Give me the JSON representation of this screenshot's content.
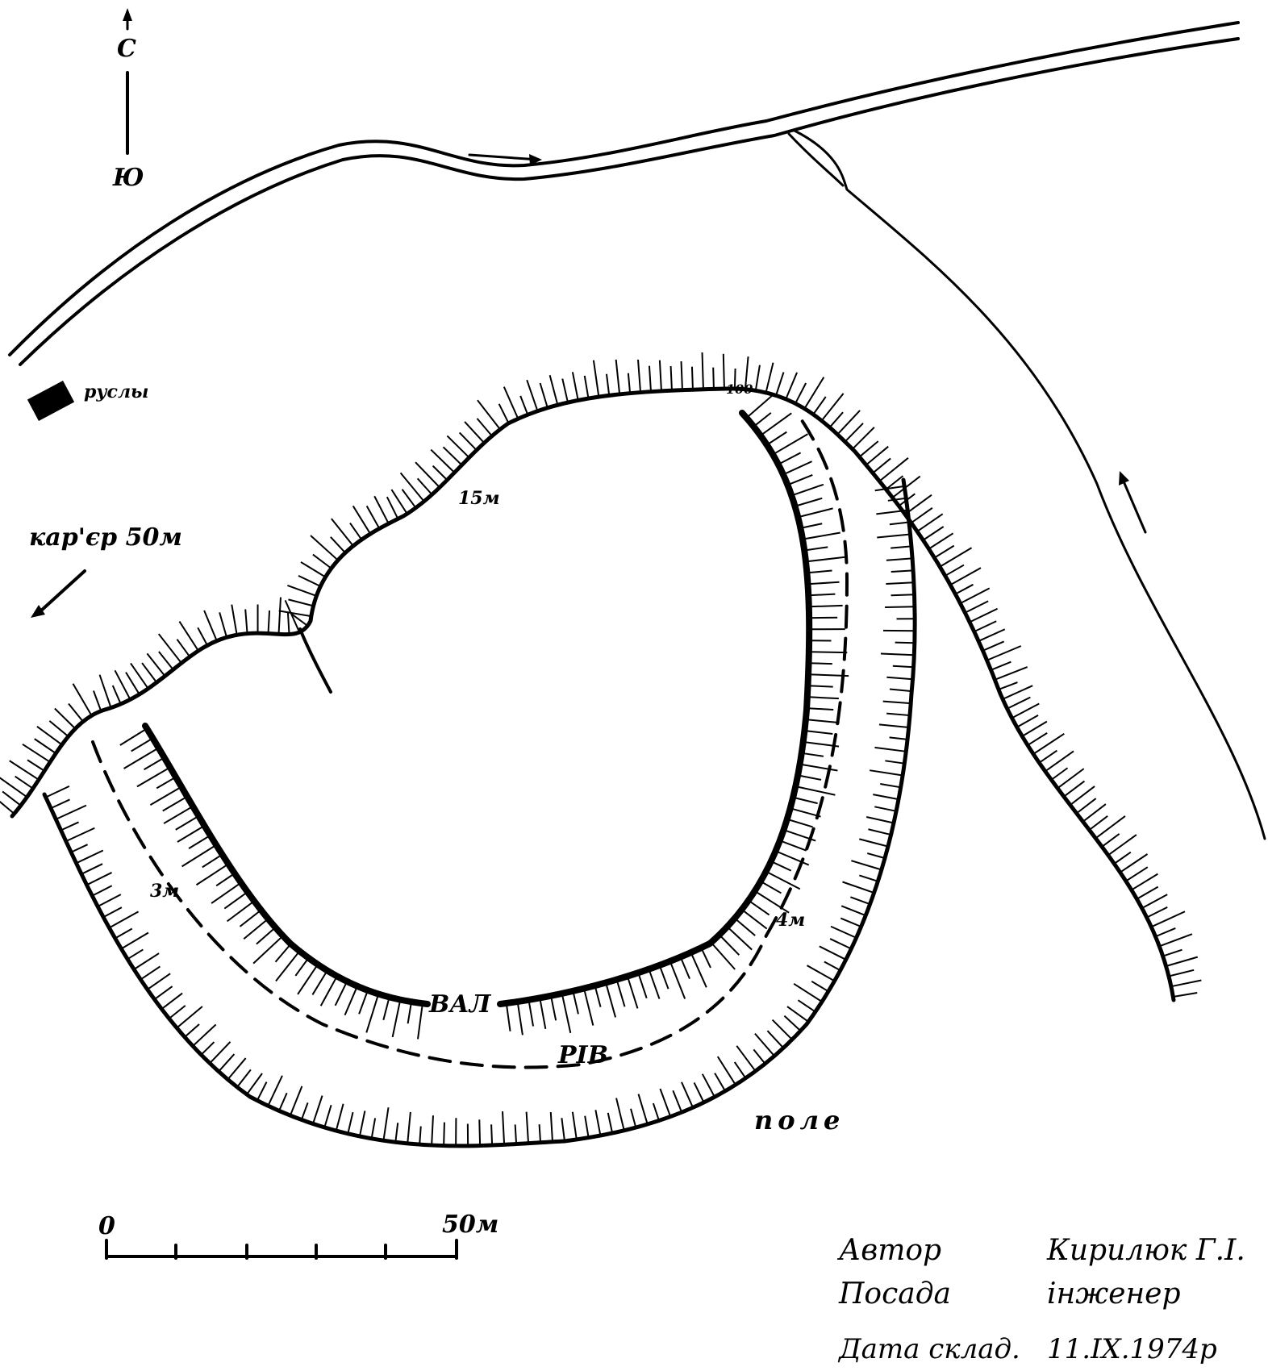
{
  "compass": {
    "north": "С",
    "south": "Ю"
  },
  "labels": {
    "springs": "руслы",
    "quarry": "кар'єр 50м",
    "height_15": "15м",
    "height_top": "100",
    "height_3": "3м",
    "height_4": "4м",
    "rampart": "ВАЛ",
    "ditch": "РІВ",
    "field": "поле"
  },
  "scale": {
    "start": "0",
    "end": "50м"
  },
  "signature": {
    "author_label": "Автор",
    "author_name": "Кирилюк Г.І.",
    "position_label": "Посада",
    "position_value": "інженер",
    "date_label": "Дата склад.",
    "date_value": "11.IX.1974р"
  },
  "colors": {
    "ink": "#000000",
    "paper": "#ffffff"
  },
  "icons": [
    "north-arrow-icon",
    "flow-arrow-icon",
    "quarry-arrow-icon",
    "spring-block-icon"
  ]
}
